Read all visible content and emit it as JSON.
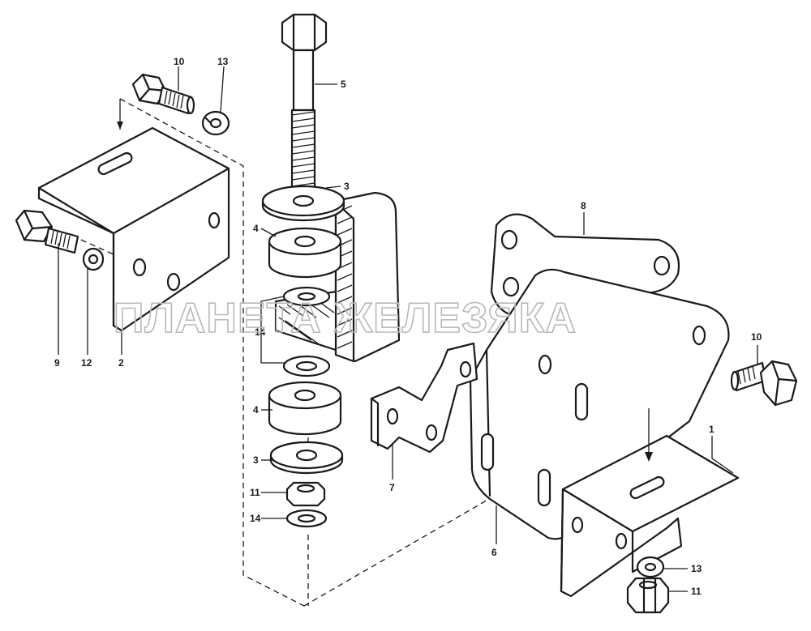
{
  "watermark": "ПЛАНЕТА ЖЕЛЕЗЯКА",
  "callouts": {
    "c1": "1",
    "c2": "2",
    "c3a": "3",
    "c3b": "3",
    "c4a": "4",
    "c4b": "4",
    "c5": "5",
    "c6": "6",
    "c7": "7",
    "c8": "8",
    "c9": "9",
    "c10a": "10",
    "c10b": "10",
    "c11a": "11",
    "c11b": "11",
    "c12": "12",
    "c13a": "13",
    "c13b": "13",
    "c14a": "14",
    "c14b": "14"
  },
  "colors": {
    "line": "#1a1a1a",
    "watermark": "#b9b9b9",
    "background": "#ffffff"
  }
}
